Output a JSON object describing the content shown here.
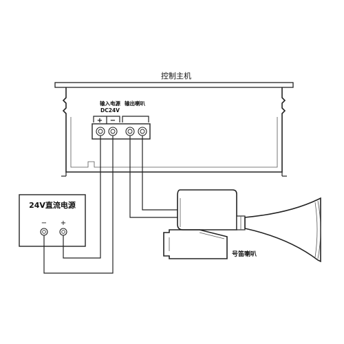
{
  "controller": {
    "title": "控制主机",
    "power_input_label": "输入电源",
    "voltage_label": "DC24V",
    "speaker_output_label": "输出喇叭",
    "terminal_plus": "+",
    "terminal_minus": "−"
  },
  "power_supply": {
    "title": "24V直流电源",
    "minus_label": "−",
    "plus_label": "+"
  },
  "horn": {
    "label": "号笛喇叭"
  }
}
